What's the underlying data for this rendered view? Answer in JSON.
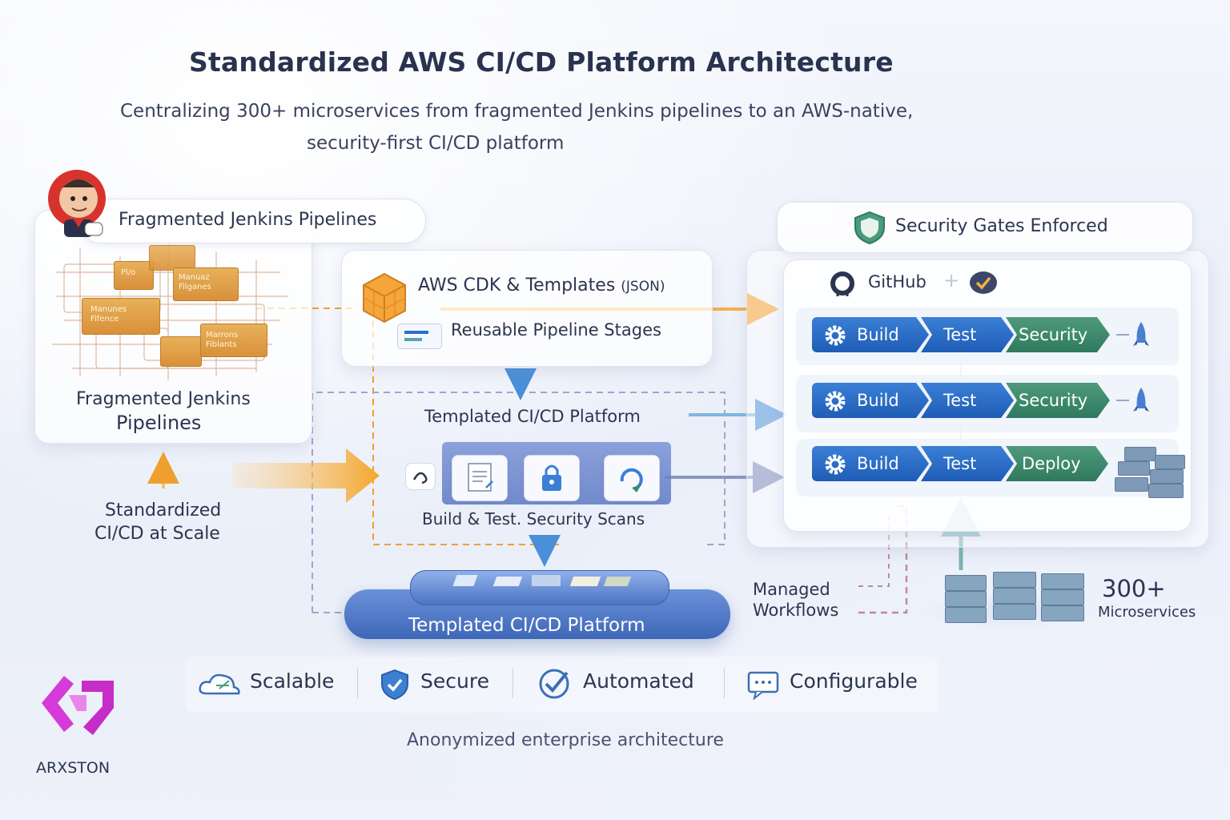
{
  "header": {
    "title": "Standardized AWS CI/CD Platform Architecture",
    "subtitle_line1": "Centralizing 300+ microservices from fragmented Jenkins pipelines to an AWS-native,",
    "subtitle_line2": "security-first CI/CD platform"
  },
  "jenkins": {
    "pill_label": "Fragmented Jenkins Pipelines",
    "caption_line1": "Fragmented Jenkins",
    "caption_line2": "Pipelines",
    "crate_labels": [
      "Pl/o",
      "Manuaz Filganes",
      "Manunes Fifence",
      "Marrons Fiblants"
    ]
  },
  "scale": {
    "line1": "Standardized",
    "line2": "CI/CD at Scale"
  },
  "cdk": {
    "title": "AWS CDK & Templates",
    "title_suffix": "(JSON)",
    "stages_label": "Reusable Pipeline Stages"
  },
  "platform": {
    "title": "Templated CI/CD Platform",
    "steps_label": "Build & Test. Security Scans",
    "base_label": "Templated CI/CD Platform"
  },
  "security": {
    "header_label": "Security Gates Enforced",
    "github_label": "GitHub",
    "pipelines": [
      {
        "stages": [
          "Build",
          "Test",
          "Security"
        ]
      },
      {
        "stages": [
          "Build",
          "Test",
          "Security"
        ]
      },
      {
        "stages": [
          "Build",
          "Test",
          "Deploy"
        ]
      }
    ]
  },
  "workflows": {
    "line1": "Managed",
    "line2": "Workflows"
  },
  "microservices": {
    "count": "300+",
    "label": "Microservices"
  },
  "features": [
    "Scalable",
    "Secure",
    "Automated",
    "Configurable"
  ],
  "footer": {
    "note": "Anonymized enterprise architecture",
    "brand": "ARXSTON"
  },
  "colors": {
    "accent_blue": "#2a6fc9",
    "accent_orange": "#f0a030",
    "accent_green": "#3d8a6c",
    "brand_magenta": "#d63ad8"
  }
}
